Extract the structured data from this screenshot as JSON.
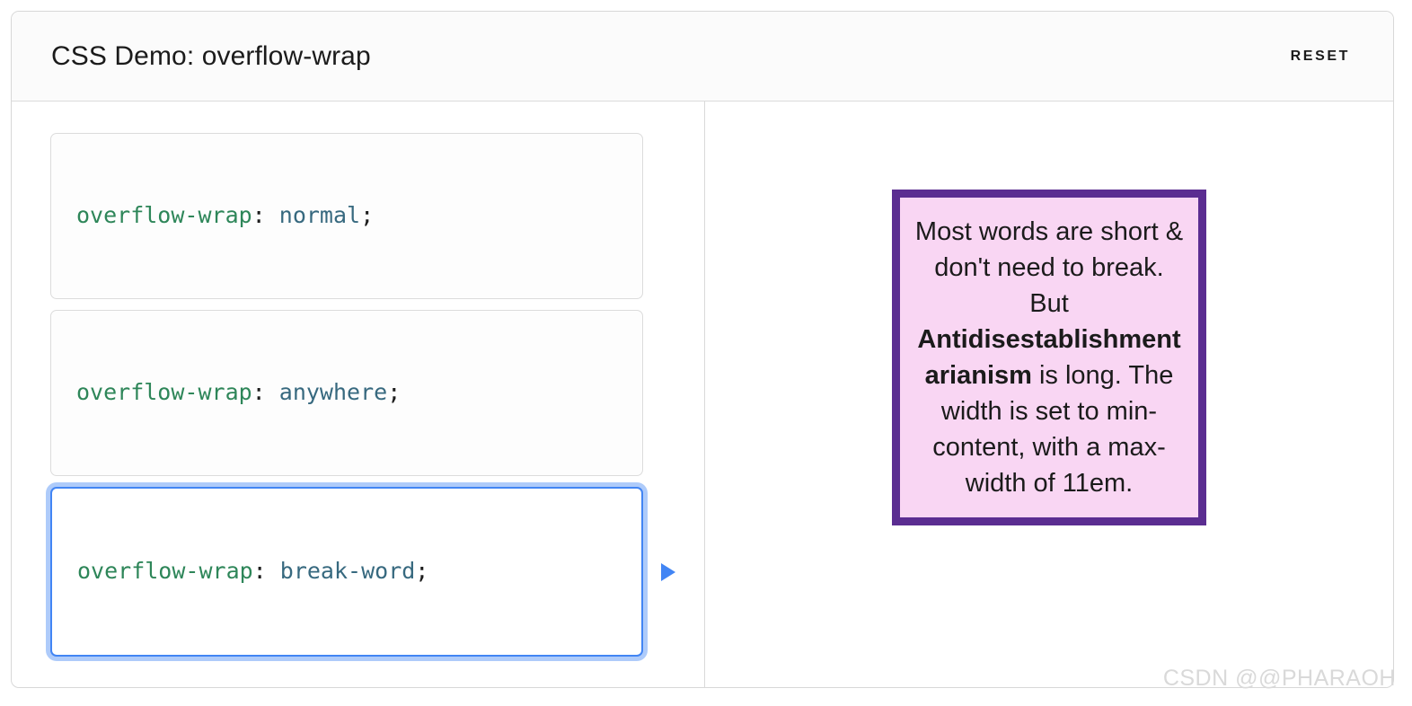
{
  "header": {
    "title": "CSS Demo: overflow-wrap",
    "reset_label": "RESET"
  },
  "colors": {
    "accent_selected": "#4285f4",
    "accent_selected_ring": "#aecbfa",
    "code_property": "#2e8659",
    "code_value": "#37697f",
    "code_punctuation": "#1d1d1d",
    "output_border": "#5b2d91",
    "output_background": "#f9d6f3",
    "panel_border": "#dcdcdc",
    "container_border": "#d8d8d8",
    "header_background": "#fbfbfb"
  },
  "choices": [
    {
      "property": "overflow-wrap",
      "separator": ": ",
      "value": "normal",
      "terminator": ";",
      "selected": false,
      "marker_icon": "play-triangle-icon"
    },
    {
      "property": "overflow-wrap",
      "separator": ": ",
      "value": "anywhere",
      "terminator": ";",
      "selected": false,
      "marker_icon": "play-triangle-icon"
    },
    {
      "property": "overflow-wrap",
      "separator": ": ",
      "value": "break-word",
      "terminator": ";",
      "selected": true,
      "marker_icon": "play-triangle-icon"
    }
  ],
  "output": {
    "text_before_bold": "Most words are short & don't need to break. But ",
    "bold_word": "Antidisestablishmentarianism",
    "text_after_bold": " is long. The width is set to min-content, with a max-width of 11em."
  },
  "watermark": {
    "text": "CSDN @@PHARAOH"
  }
}
